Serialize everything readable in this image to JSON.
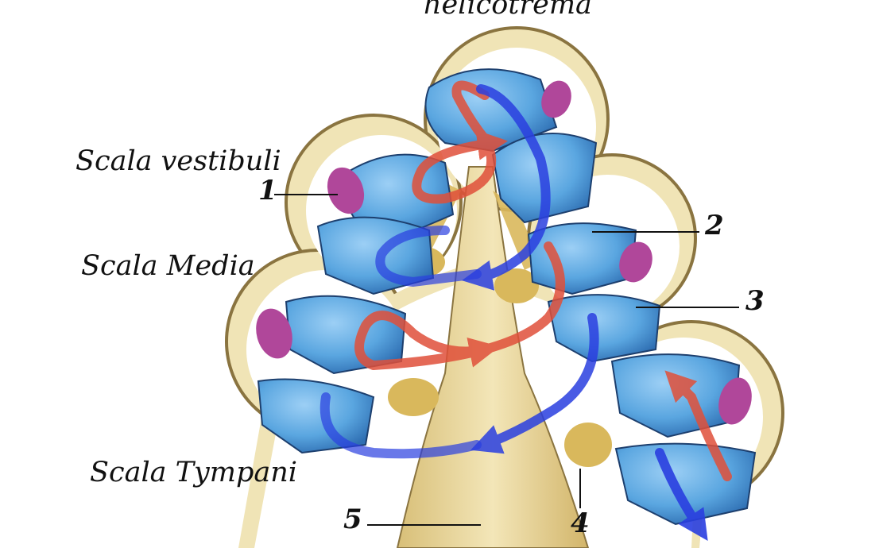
{
  "labels": {
    "helicotrema": "helicotrema",
    "scala_vestibuli": "Scala vestibuli",
    "scala_media": "Scala Media",
    "scala_tympani": "Scala Tympani"
  },
  "callouts": {
    "one": "1",
    "two": "2",
    "three": "3",
    "four": "4",
    "five": "5"
  },
  "colors": {
    "bone": "#f0e4b6",
    "bone_edge": "#8a7440",
    "duct_blue": "#5aa6e0",
    "duct_blue_dark": "#2f6fb3",
    "organ_magenta": "#b0479a",
    "modiolus": "#e3cf90",
    "spongy": "#d9b85c",
    "arrow_red": "#e0503a",
    "arrow_blue": "#2a3fe0"
  }
}
